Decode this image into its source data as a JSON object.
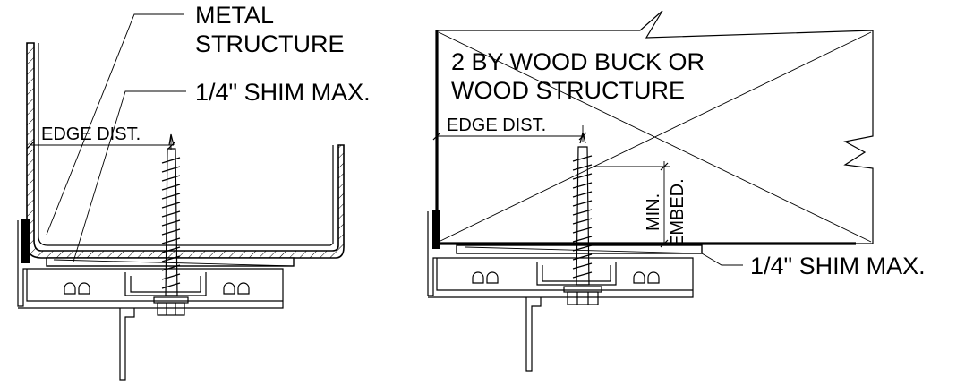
{
  "left_detail": {
    "label_metal_structure_line1": "METAL",
    "label_metal_structure_line2": "STRUCTURE",
    "label_shim": "1/4\" SHIM MAX.",
    "label_edge_dist": "EDGE DIST."
  },
  "right_detail": {
    "label_wood_line1": "2 BY WOOD BUCK OR",
    "label_wood_line2": "WOOD STRUCTURE",
    "label_edge_dist": "EDGE DIST.",
    "label_min": "MIN.",
    "label_embed": "EMBED.",
    "label_shim": "1/4\" SHIM MAX."
  }
}
